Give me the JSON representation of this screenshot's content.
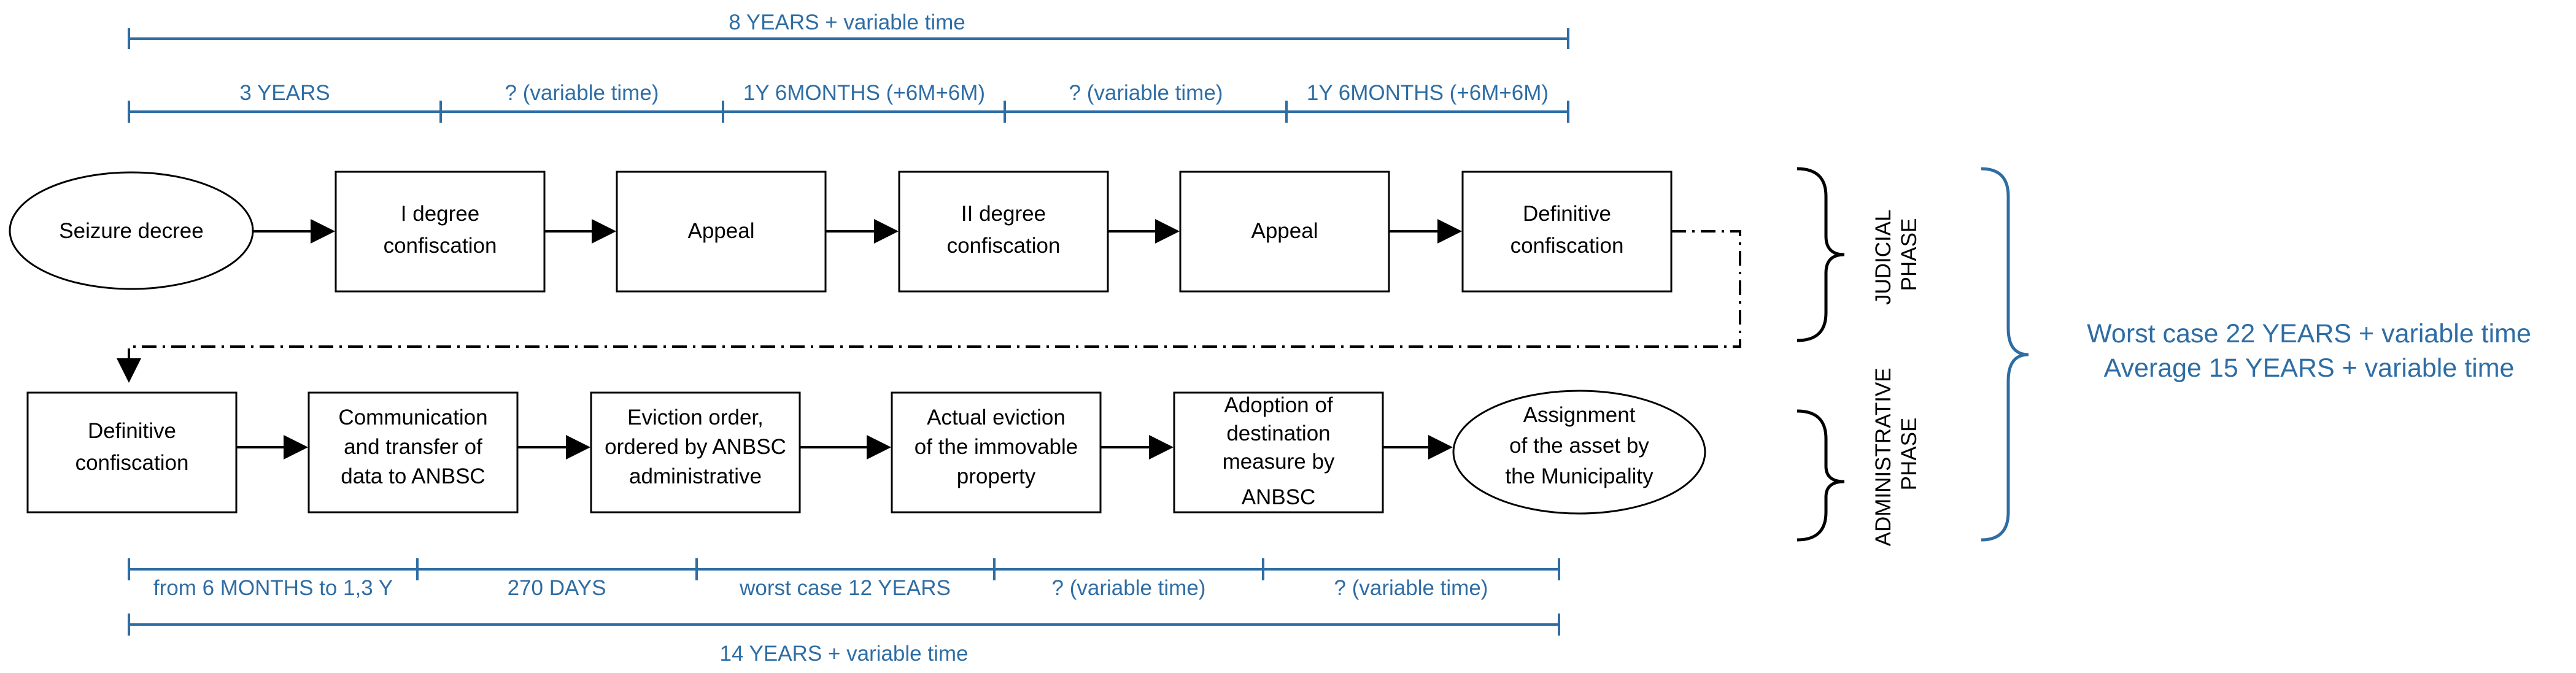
{
  "colors": {
    "timeline": "#2E6DA4",
    "box_stroke": "#000000",
    "text": "#000000"
  },
  "top_total": {
    "label": "8 YEARS + variable time"
  },
  "top_segments": [
    {
      "label": "3 YEARS"
    },
    {
      "label": "? (variable time)"
    },
    {
      "label": "1Y 6MONTHS (+6M+6M)"
    },
    {
      "label": "? (variable time)"
    },
    {
      "label": "1Y 6MONTHS (+6M+6M)"
    }
  ],
  "judicial_row": [
    {
      "lines": [
        "Seizure decree"
      ]
    },
    {
      "lines": [
        "I degree",
        "confiscation"
      ]
    },
    {
      "lines": [
        "Appeal"
      ]
    },
    {
      "lines": [
        "II degree",
        "confiscation"
      ]
    },
    {
      "lines": [
        "Appeal"
      ]
    },
    {
      "lines": [
        "Definitive",
        "confiscation"
      ]
    }
  ],
  "administrative_row": [
    {
      "lines": [
        "Definitive",
        "confiscation"
      ]
    },
    {
      "lines": [
        "Communication",
        "and transfer of",
        "data to ANBSC"
      ]
    },
    {
      "lines": [
        "Eviction order,",
        "ordered by ANBSC",
        "administrative"
      ]
    },
    {
      "lines": [
        "Actual eviction",
        "of the immovable",
        "property"
      ]
    },
    {
      "lines": [
        "Adoption of",
        "destination",
        "measure by",
        "ANBSC"
      ]
    },
    {
      "lines": [
        "Assignment",
        "of the asset by",
        "the Municipality"
      ]
    }
  ],
  "bottom_segments": [
    {
      "label": "from 6 MONTHS to 1,3 Y"
    },
    {
      "label": "270 DAYS"
    },
    {
      "label": "worst case 12 YEARS"
    },
    {
      "label": "? (variable time)"
    },
    {
      "label": "? (variable time)"
    }
  ],
  "bottom_total": {
    "label": "14 YEARS + variable time"
  },
  "phases": {
    "judicial": [
      "JUDICIAL",
      "PHASE"
    ],
    "administrative": [
      "ADMINISTRATIVE",
      "PHASE"
    ]
  },
  "summary": {
    "line1": "Worst case 22 YEARS + variable time",
    "line2": "Average 15 YEARS + variable time"
  }
}
